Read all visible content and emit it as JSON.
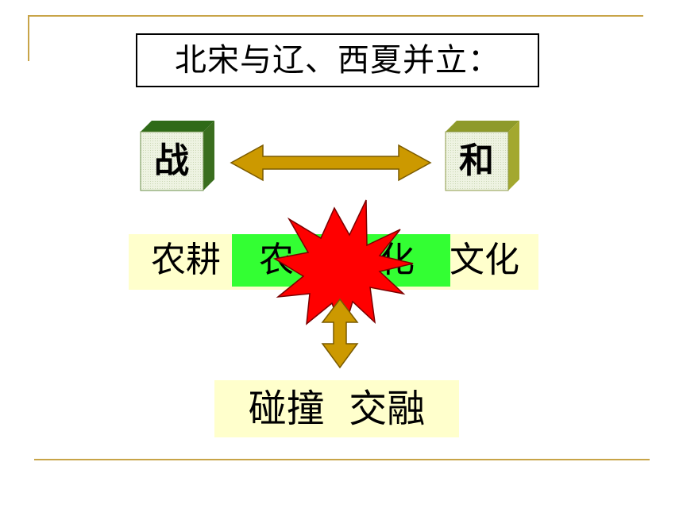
{
  "title": "北宋与辽、西夏并立：",
  "left_box": "战",
  "right_box": "和",
  "row_left": "农耕",
  "row_mid_left": "农",
  "row_mid_right": "化",
  "row_right": "文化",
  "bottom_text": "碰撞  交融",
  "colors": {
    "frame_line": "#c8a448",
    "arrow_fill": "#cc9900",
    "cube_front": "#e6efd4",
    "cube_side": "#3a6e1e",
    "cube_top": "#2f6a18",
    "cube2_side": "#a3a82f",
    "highlight_green": "#33ff33",
    "pale_yellow": "#ffffcc",
    "burst_red": "#ff0000"
  }
}
